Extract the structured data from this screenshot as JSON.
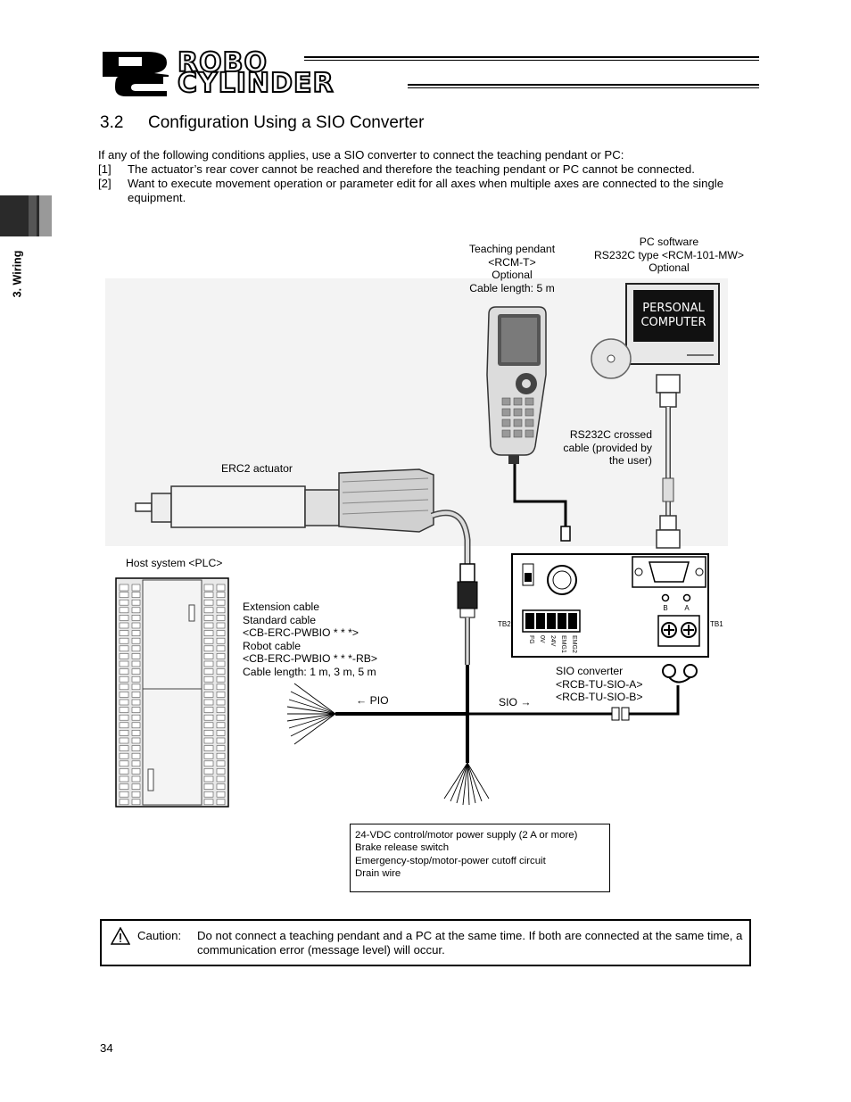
{
  "header": {
    "logo_mark": "RC",
    "logo_line1": "ROBO",
    "logo_line2": "CYLINDER"
  },
  "side_tab": {
    "label": "3. Wiring"
  },
  "section": {
    "number": "3.2",
    "title": "Configuration Using a SIO Converter"
  },
  "intro": {
    "lead": "If any of the following conditions applies, use a SIO converter to connect the teaching pendant or PC:",
    "items": [
      {
        "num": "[1]",
        "text": "The actuator’s rear cover cannot be reached and therefore the teaching pendant or PC cannot be connected."
      },
      {
        "num": "[2]",
        "text": "Want to execute movement operation or parameter edit for all axes when multiple axes are connected to the single equipment."
      }
    ]
  },
  "diagram": {
    "teaching_pendant": [
      "Teaching pendant",
      "<RCM-T>",
      "Optional",
      "Cable length: 5 m"
    ],
    "pc_software": [
      "PC software",
      "RS232C type <RCM-101-MW>",
      "Optional"
    ],
    "pc_screen": [
      "PERSONAL",
      "COMPUTER"
    ],
    "rs232c_cable": [
      "RS232C crossed",
      "cable (provided by",
      "the user)"
    ],
    "actuator_label": "ERC2 actuator",
    "host_label": "Host system <PLC>",
    "extension_cable": [
      "Extension cable",
      "Standard cable",
      "<CB-ERC-PWBIO * * *>",
      "Robot cable",
      "<CB-ERC-PWBIO * * *-RB>",
      "Cable length: 1 m, 3 m, 5 m"
    ],
    "pio_label": "← PIO",
    "sio_label": "SIO →",
    "sio_converter": [
      "SIO converter",
      "<RCB-TU-SIO-A>",
      "<RCB-TU-SIO-B>"
    ],
    "tb2": "TB2",
    "tb1": "TB1",
    "terminal_b": "B",
    "terminal_a": "A",
    "terminal_pins": [
      "FG",
      "0V",
      "24V",
      "EMG1",
      "EMG2"
    ],
    "power_box": [
      "24-VDC control/motor power supply (2 A or more)",
      "Brake release switch",
      "Emergency-stop/motor-power cutoff circuit",
      "Drain wire"
    ]
  },
  "caution": {
    "label": "Caution:",
    "text": "Do not connect a teaching pendant and a PC at the same time. If both are connected at the same time, a communication error (message level) will occur."
  },
  "page_number": "34"
}
